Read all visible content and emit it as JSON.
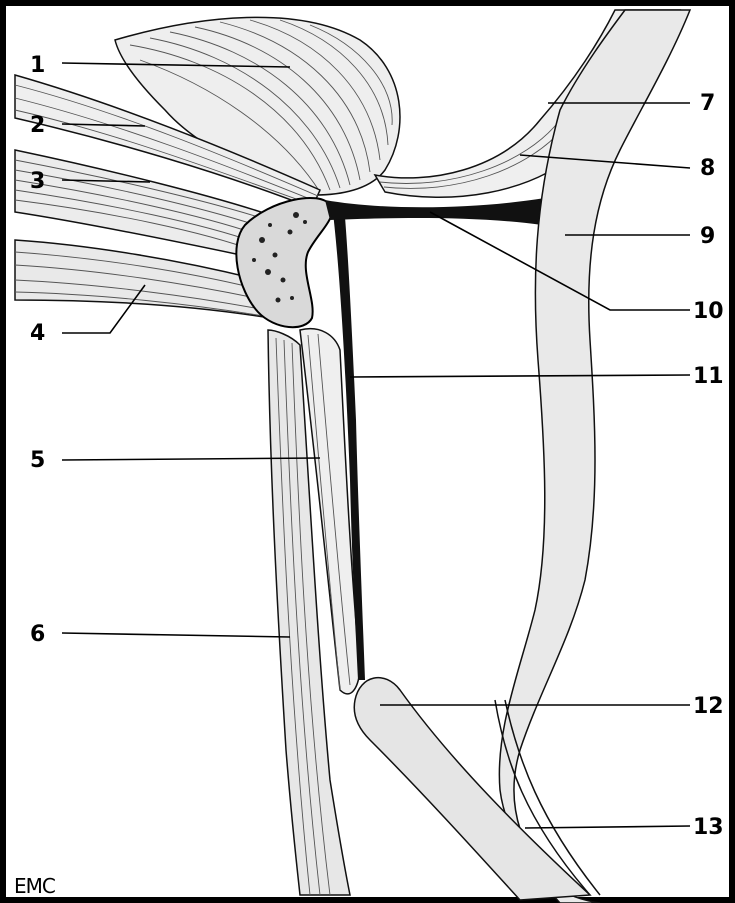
{
  "labels": {
    "l1": "1",
    "l2": "2",
    "l3": "3",
    "l4": "4",
    "l5": "5",
    "l6": "6",
    "l7": "7",
    "l8": "8",
    "l9": "9",
    "l10": "10",
    "l11": "11",
    "l12": "12",
    "l13": "13"
  },
  "credit": "EMC",
  "colors": {
    "tissue": "#ececec",
    "tissue_light": "#f4f4f4",
    "bone": "#d8d8d8",
    "ink": "#000000"
  }
}
